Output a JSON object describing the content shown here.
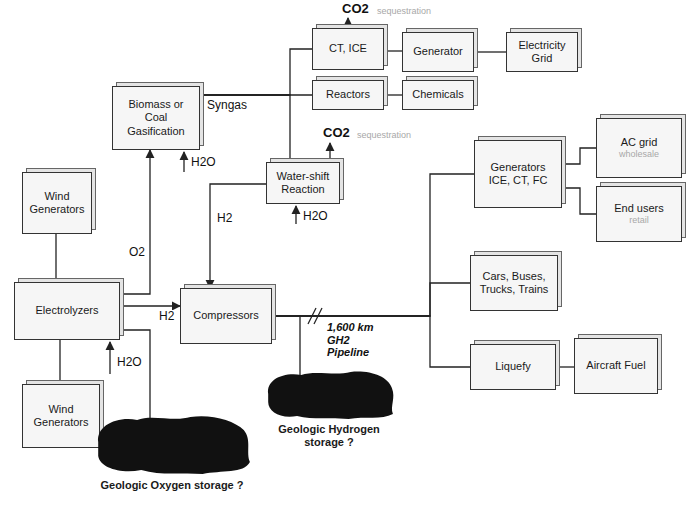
{
  "diagram": {
    "nodes": [
      {
        "text": [
          "CT, ICE"
        ]
      },
      {
        "text": [
          "Generator"
        ]
      },
      {
        "text": [
          "Electricity Grid"
        ]
      },
      {
        "text": [
          "Biomass or Coal Gasification"
        ]
      },
      {
        "text": [
          "Reactors"
        ]
      },
      {
        "text": [
          "Chemicals"
        ]
      },
      {
        "text": [
          "AC grid",
          "wholesale"
        ]
      },
      {
        "text": [
          "Generators ICE, CT, FC"
        ]
      },
      {
        "text": [
          "Water-shift Reaction"
        ]
      },
      {
        "text": [
          "Wind Generators"
        ]
      },
      {
        "text": [
          "End users",
          "retail"
        ]
      },
      {
        "text": [
          "Cars, Buses, Trucks, Trains"
        ]
      },
      {
        "text": [
          "Electrolyzers"
        ]
      },
      {
        "text": [
          "Compressors"
        ]
      },
      {
        "text": [
          "Liquefy"
        ]
      },
      {
        "text": [
          "Aircraft Fuel"
        ]
      },
      {
        "text": [
          "Wind Generators"
        ]
      },
      {
        "text": [
          "Geologic Oxygen storage ?"
        ]
      },
      {
        "text": [
          "Geologic Hydrogen storage ?"
        ]
      }
    ],
    "edges": [
      {
        "from": 9,
        "to": 12,
        "arrow": "none"
      },
      {
        "from": 16,
        "to": 12,
        "arrow": "none"
      },
      {
        "from": 12,
        "to": 13,
        "label": "H2",
        "arrow": "to"
      },
      {
        "from": 12,
        "to": 3,
        "label": "O2",
        "arrow": "to"
      },
      {
        "from": 12,
        "to": 17,
        "arrow": "none"
      },
      {
        "from": 3,
        "to": 0,
        "arrow": "none"
      },
      {
        "from": 3,
        "to": 4,
        "label": "Syngas",
        "arrow": "none"
      },
      {
        "from": 3,
        "to": 8,
        "arrow": "none"
      },
      {
        "from": 0,
        "to": 1,
        "arrow": "none"
      },
      {
        "from": 1,
        "to": 2,
        "arrow": "none"
      },
      {
        "from": 4,
        "to": 5,
        "arrow": "none"
      },
      {
        "from": 8,
        "to": 13,
        "label": "H2",
        "arrow": "to"
      },
      {
        "from": 13,
        "to": 7,
        "label": "1,600 km GH2 Pipeline",
        "arrow": "none"
      },
      {
        "from": 13,
        "to": 11,
        "arrow": "none"
      },
      {
        "from": 13,
        "to": 14,
        "arrow": "none"
      },
      {
        "from": 13,
        "to": 18,
        "arrow": "none"
      },
      {
        "from": 7,
        "to": 6,
        "arrow": "none"
      },
      {
        "from": 7,
        "to": 10,
        "arrow": "none"
      },
      {
        "from": 14,
        "to": 15,
        "arrow": "none"
      }
    ],
    "labels": [
      "CO2",
      "sequestration",
      "CO2",
      "sequestration",
      "H2O",
      "H2O",
      "H2O"
    ]
  }
}
